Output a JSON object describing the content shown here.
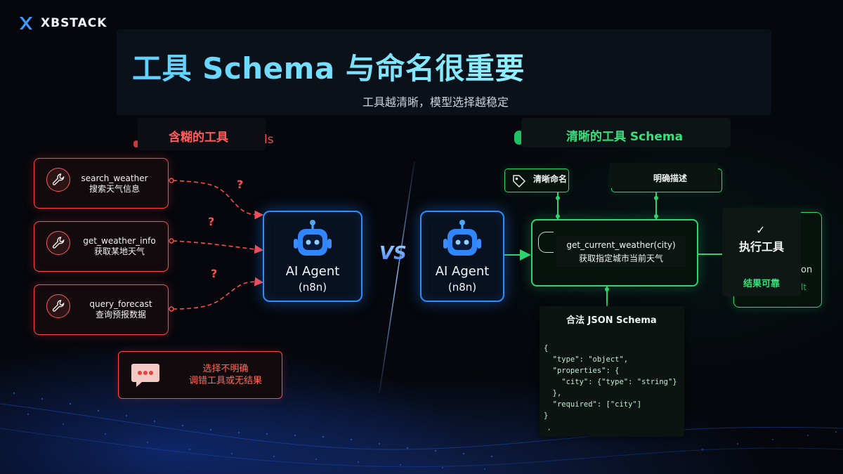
{
  "brand": {
    "name": "XBSTACK",
    "icon": "x-logo-icon"
  },
  "title": "工具 Schema 与命名很重要",
  "subtitle": "工具越清晰，模型选择越稳定",
  "left_section": {
    "header": "含糊的工具",
    "header_fragment": "ls",
    "tools": [
      {
        "name": "search_weather",
        "desc": "搜索天气信息"
      },
      {
        "name": "get_weather_info",
        "desc": "获取某地天气"
      },
      {
        "name": "query_forecast",
        "desc": "查询预报数据"
      }
    ],
    "question_mark": "?",
    "agent": {
      "name": "AI Agent",
      "sub": "(n8n)"
    },
    "warning": {
      "line1": "选择不明确",
      "line2": "调错工具或无结果"
    }
  },
  "vs_label": "VS",
  "right_section": {
    "header": "清晰的工具 Schema",
    "agent": {
      "name": "AI Agent",
      "sub": "(n8n)"
    },
    "tag_naming": "清晰命名",
    "tag_description": "明确描述",
    "function": {
      "name": "get_current_weather(city)",
      "desc": "获取指定城市当前天气"
    },
    "execute": {
      "check": "✓",
      "label": "执行工具",
      "result": "结果可靠",
      "fragment1": "on",
      "fragment2": "lt"
    },
    "schema": {
      "title": "合法 JSON Schema",
      "code": "{\n  \"type\": \"object\",\n  \"properties\": {\n    \"city\": {\"type\": \"string\"}\n  },\n  \"required\": [\"city\"]\n}",
      "tail": ","
    }
  },
  "colors": {
    "red": "#ff4a4a",
    "green": "#2fd36f",
    "blue": "#2c8dff",
    "title": "#5fd0ff"
  }
}
